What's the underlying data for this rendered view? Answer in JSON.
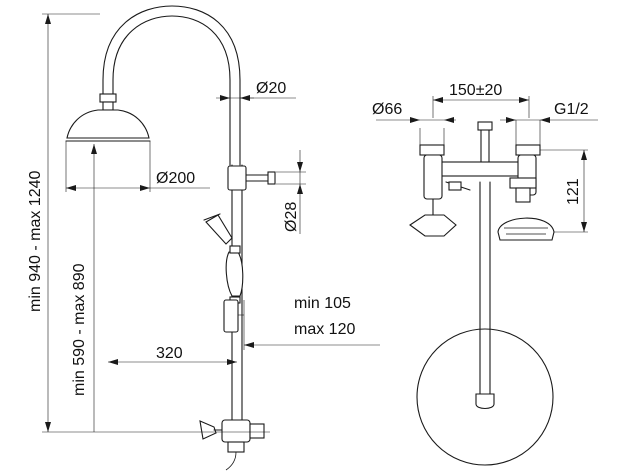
{
  "dimensions": {
    "overall_height": "min 940 - max 1240",
    "head_height": "min 590 - max 890",
    "head_projection": "320",
    "arm_top_dia": "Ø20",
    "head_dia": "Ø200",
    "riser_dia": "Ø28",
    "wall_distance_min": "min 105",
    "wall_distance_max": "max 120",
    "flange_dia": "Ø66",
    "centres": "150±20",
    "thread": "G1/2",
    "valve_height": "121"
  }
}
